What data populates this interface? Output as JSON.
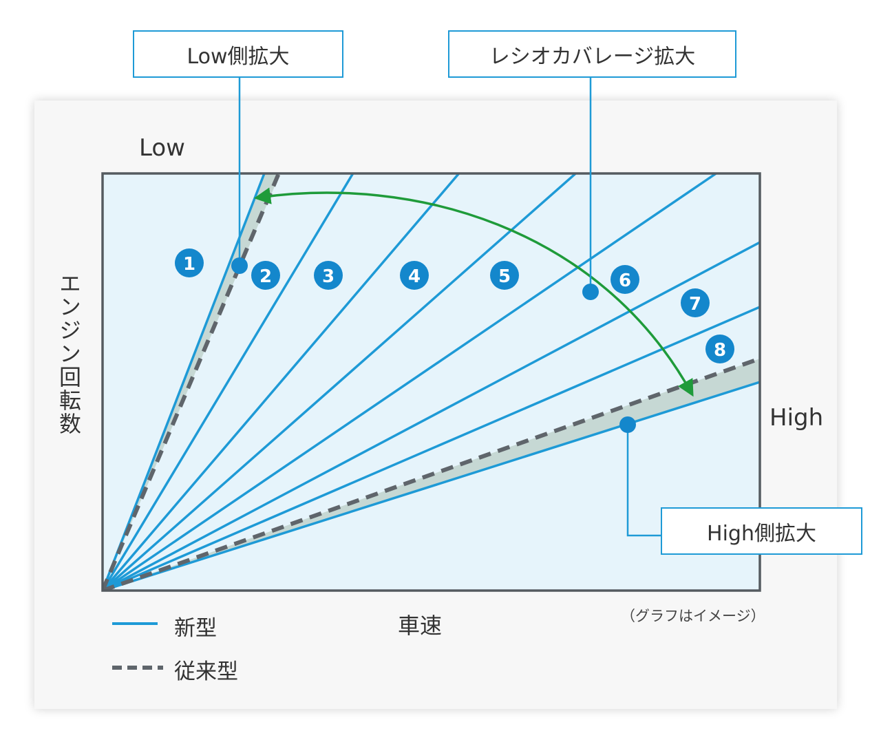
{
  "callouts": {
    "low_side": "Low側拡大",
    "ratio_coverage": "レシオカバレージ拡大",
    "high_side": "High側拡大"
  },
  "labels": {
    "low": "Low",
    "high": "High"
  },
  "axes": {
    "y_label": "エンジン回転数",
    "x_label": "車速"
  },
  "note": "（グラフはイメージ）",
  "legend": {
    "new": "新型",
    "old": "従来型"
  },
  "gears": [
    "1",
    "2",
    "3",
    "4",
    "5",
    "6",
    "7",
    "8"
  ],
  "colors": {
    "new_line": "#1e9ad6",
    "old_line": "#5f656b",
    "band": "#c6d8d4",
    "plot_bg": "#e6f4fb",
    "arrow": "#1f9b3a",
    "badge": "#1487cc"
  }
}
